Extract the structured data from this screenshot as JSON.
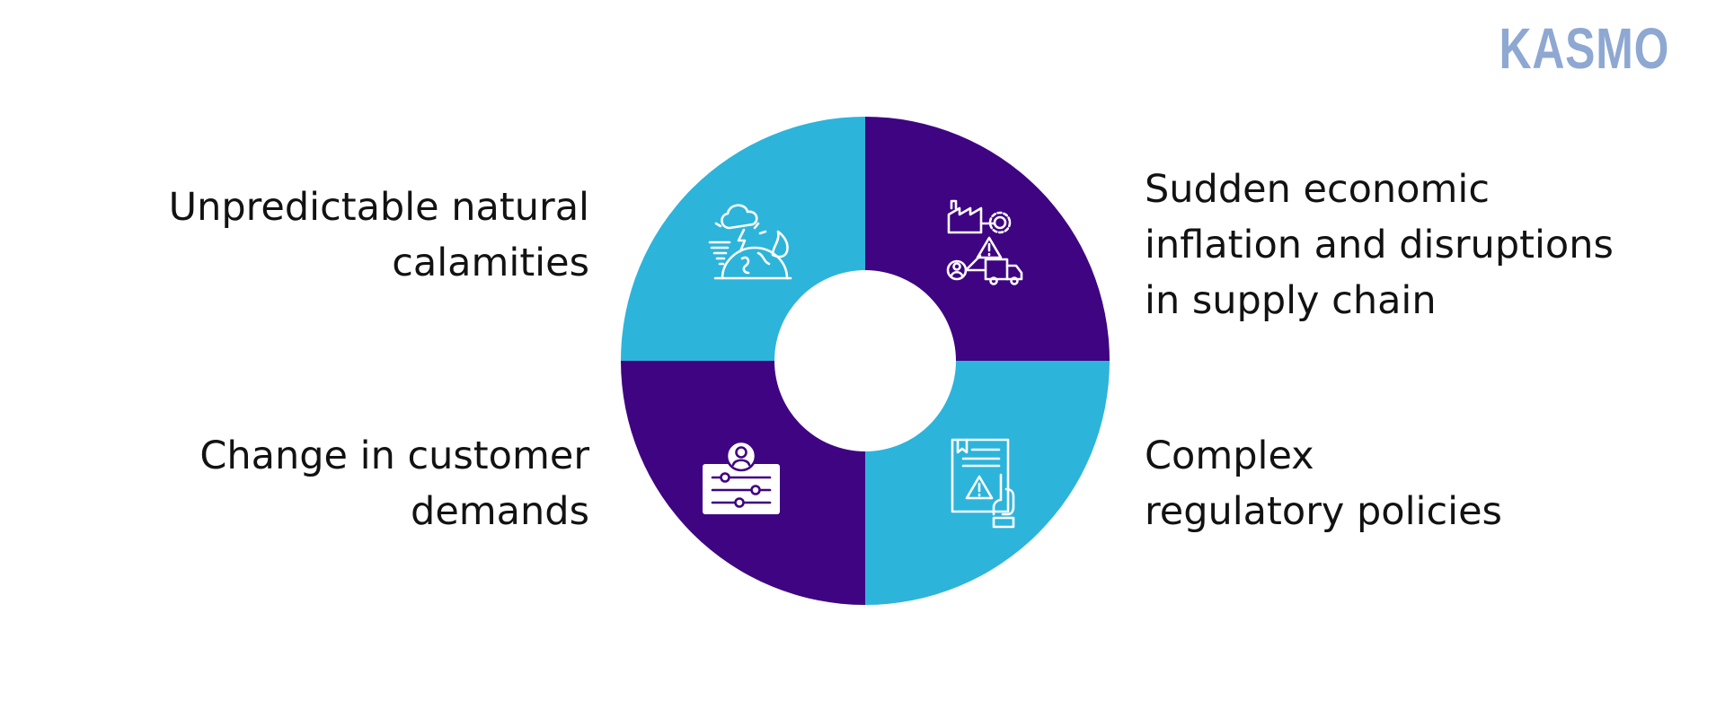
{
  "brand": {
    "logo_text": "KASMO",
    "logo_color": "#8ea8d2"
  },
  "colors": {
    "cyan": "#2db4da",
    "purple": "#3e0482",
    "icon_stroke": "#ffffff"
  },
  "segments": [
    {
      "id": "natural-calamities",
      "color": "#2db4da",
      "icon": "natural-disaster-icon",
      "label_lines": [
        "Unpredictable natural",
        "calamities"
      ]
    },
    {
      "id": "economic-inflation",
      "color": "#3e0482",
      "icon": "supply-chain-disruption-icon",
      "label_lines": [
        "Sudden economic",
        "inflation and disruptions",
        "in supply chain"
      ]
    },
    {
      "id": "regulatory-policies",
      "color": "#2db4da",
      "icon": "regulatory-document-icon",
      "label_lines": [
        "Complex",
        "regulatory policies"
      ]
    },
    {
      "id": "customer-demands",
      "color": "#3e0482",
      "icon": "customer-settings-icon",
      "label_lines": [
        "Change in customer ",
        "demands"
      ]
    }
  ]
}
